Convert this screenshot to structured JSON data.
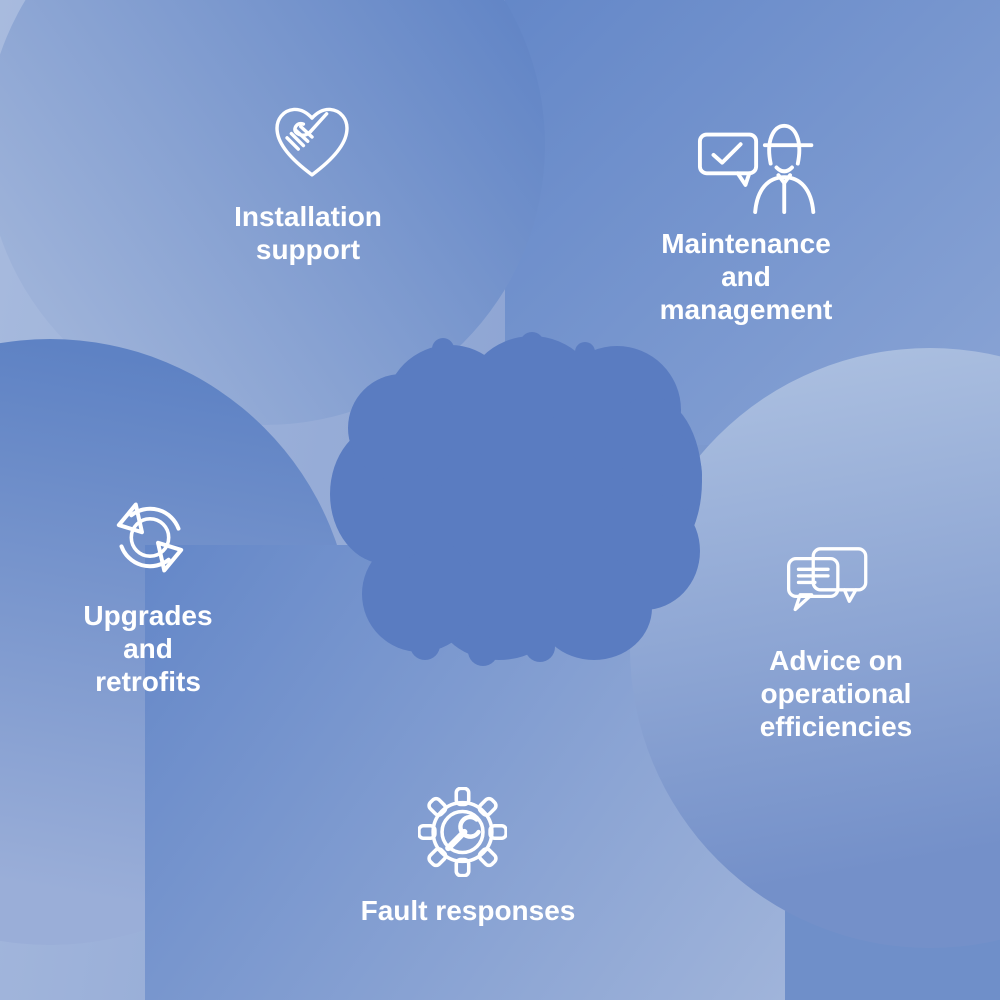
{
  "diagram": {
    "nodes": [
      {
        "id": "installation-support",
        "lines": [
          "Installation",
          "support"
        ],
        "icon": "handshake-heart-icon"
      },
      {
        "id": "maintenance-and-management",
        "lines": [
          "Maintenance",
          "and",
          "management"
        ],
        "icon": "technician-chat-icon"
      },
      {
        "id": "advice-on-operational-efficiencies",
        "lines": [
          "Advice on",
          "operational",
          "efficiencies"
        ],
        "icon": "chat-bubbles-icon"
      },
      {
        "id": "fault-responses",
        "lines": [
          "Fault responses"
        ],
        "icon": "gear-wrench-icon"
      },
      {
        "id": "upgrades-and-retrofits",
        "lines": [
          "Upgrades",
          "and",
          "retrofits"
        ],
        "icon": "cycle-arrows-icon"
      }
    ],
    "colors": {
      "canvas-light": "#a8bbde",
      "canvas-mid": "#8fa6d4",
      "canvas-dark": "#6f8fc9",
      "circ-light": "#9db2d9",
      "circ-dark": "#5f83c5",
      "maint-dark": "#6185c7",
      "maint-light": "#8ba5d5",
      "upg-dark": "#5e82c4",
      "upg-light": "#9aaed8",
      "fault-dark": "#6487c8",
      "fault-light": "#a0b4da",
      "adv-light": "#abbfe0",
      "adv-mid": "#7490c9",
      "blob": "#5a7cc1",
      "text": "#ffffff",
      "icon": "#ffffff"
    }
  }
}
